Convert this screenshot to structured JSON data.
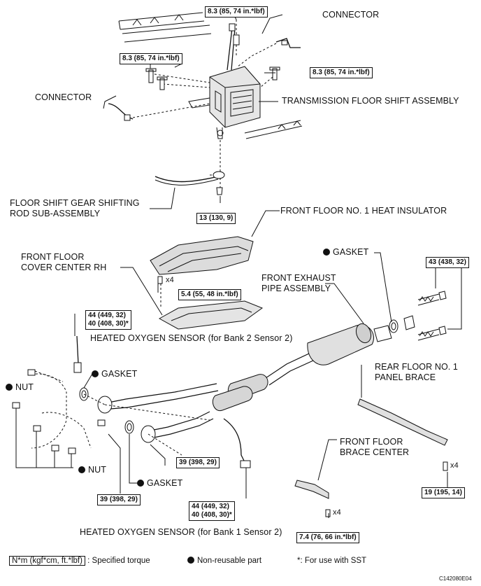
{
  "labels": {
    "connector_top": "CONNECTOR",
    "connector_left": "CONNECTOR",
    "transmission_floor_shift_assembly": "TRANSMISSION FLOOR SHIFT ASSEMBLY",
    "floor_shift_rod_line1": "FLOOR SHIFT GEAR SHIFTING",
    "floor_shift_rod_line2": "ROD SUB-ASSEMBLY",
    "front_floor_heat_insulator": "FRONT FLOOR NO. 1 HEAT INSULATOR",
    "front_floor_cover_line1": "FRONT FLOOR",
    "front_floor_cover_line2": "COVER CENTER RH",
    "gasket_right": "GASKET",
    "front_exhaust_pipe_line1": "FRONT EXHAUST",
    "front_exhaust_pipe_line2": "PIPE ASSEMBLY",
    "heated_oxygen_sensor_bank2": "HEATED OXYGEN SENSOR (for Bank 2 Sensor 2)",
    "gasket_left": "GASKET",
    "nut_upper": "NUT",
    "nut_lower": "NUT",
    "rear_floor_brace_line1": "REAR FLOOR NO. 1",
    "rear_floor_brace_line2": "PANEL BRACE",
    "front_floor_brace_line1": "FRONT FLOOR",
    "front_floor_brace_line2": "BRACE CENTER",
    "gasket_bottom": "GASKET",
    "heated_oxygen_sensor_bank1": "HEATED OXYGEN SENSOR (for Bank 1 Sensor 2)",
    "x4_insulator": "x4",
    "x4_rear_brace": "x4",
    "x4_front_brace": "x4"
  },
  "torques": {
    "shift_top": "8.3 (85, 74 in.*lbf)",
    "shift_left": "8.3 (85, 74 in.*lbf)",
    "shift_right": "8.3 (85, 74 in.*lbf)",
    "rod": "13 (130, 9)",
    "insulator": "5.4 (55, 48 in.*lbf)",
    "rear_bolts": "43 (438, 32)",
    "sensor_bank2_a": "44 (449, 32)",
    "sensor_bank2_b": "40 (408, 30)*",
    "pipe_nut_right": "39 (398, 29)",
    "pipe_nut_left": "39 (398, 29)",
    "sensor_bank1_a": "44 (449, 32)",
    "sensor_bank1_b": "40 (408, 30)*",
    "rear_brace": "19 (195, 14)",
    "front_brace": "7.4 (76, 66 in.*lbf)"
  },
  "legend": {
    "torque_unit": "N*m (kgf*cm, ft.*lbf)",
    "torque_desc": ": Specified torque",
    "non_reusable": "Non-reusable part",
    "sst_note": "*: For use with SST"
  },
  "figure_code": "C142080E04",
  "colors": {
    "ink": "#111111",
    "paper": "#ffffff",
    "part_fill": "#d9d9d9"
  }
}
